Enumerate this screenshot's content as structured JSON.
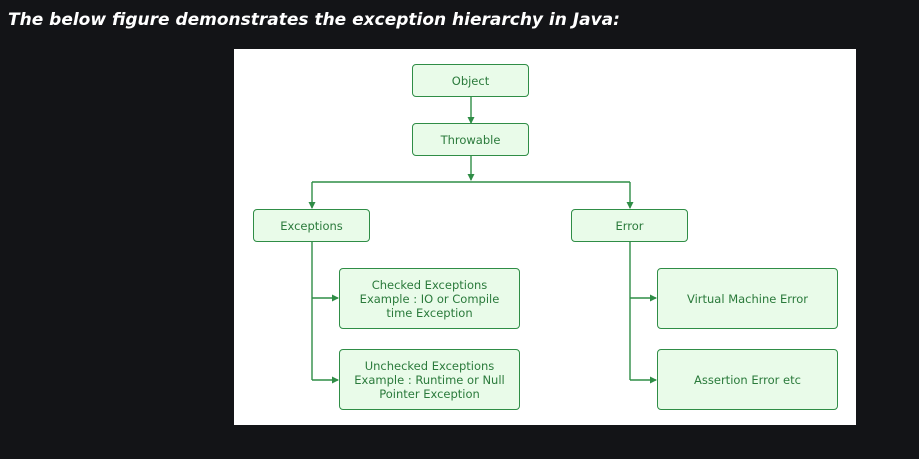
{
  "caption": "The below figure demonstrates the exception hierarchy in Java:",
  "diagram": {
    "nodes": {
      "object": "Object",
      "throwable": "Throwable",
      "exceptions": "Exceptions",
      "error": "Error",
      "checked": "Checked Exceptions\nExample : IO or Compile\ntime Exception",
      "unchecked": "Unchecked Exceptions\nExample : Runtime or Null\nPointer Exception",
      "vm_error": "Virtual Machine Error",
      "assertion_error": "Assertion Error etc"
    },
    "colors": {
      "node_fill": "#e9fbe9",
      "node_border": "#2f8d46",
      "text": "#2a7a3b",
      "page_background": "#131417",
      "figure_background": "#ffffff"
    }
  }
}
